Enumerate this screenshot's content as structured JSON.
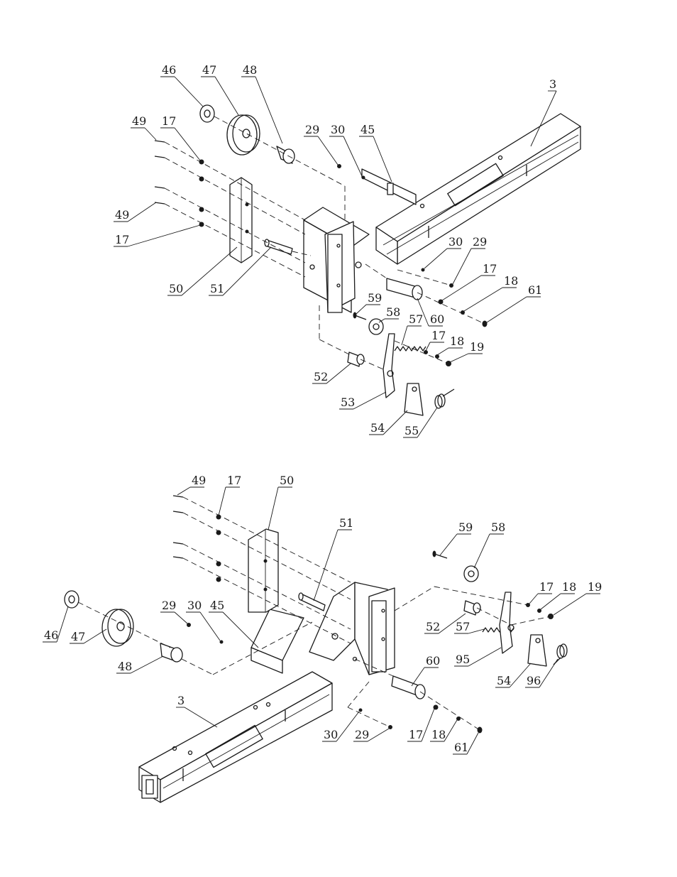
{
  "diagram": {
    "top_view": {
      "callouts": [
        "46",
        "47",
        "48",
        "49",
        "17",
        "29",
        "30",
        "45",
        "3",
        "49",
        "17",
        "50",
        "51",
        "30",
        "29",
        "17",
        "18",
        "61",
        "59",
        "58",
        "60",
        "57",
        "17",
        "18",
        "19",
        "52",
        "53",
        "54",
        "55"
      ]
    },
    "bottom_view": {
      "callouts": [
        "49",
        "17",
        "50",
        "51",
        "59",
        "58",
        "46",
        "47",
        "29",
        "30",
        "45",
        "48",
        "3",
        "17",
        "18",
        "19",
        "52",
        "57",
        "95",
        "54",
        "96",
        "60",
        "30",
        "29",
        "17",
        "18",
        "61"
      ]
    }
  }
}
